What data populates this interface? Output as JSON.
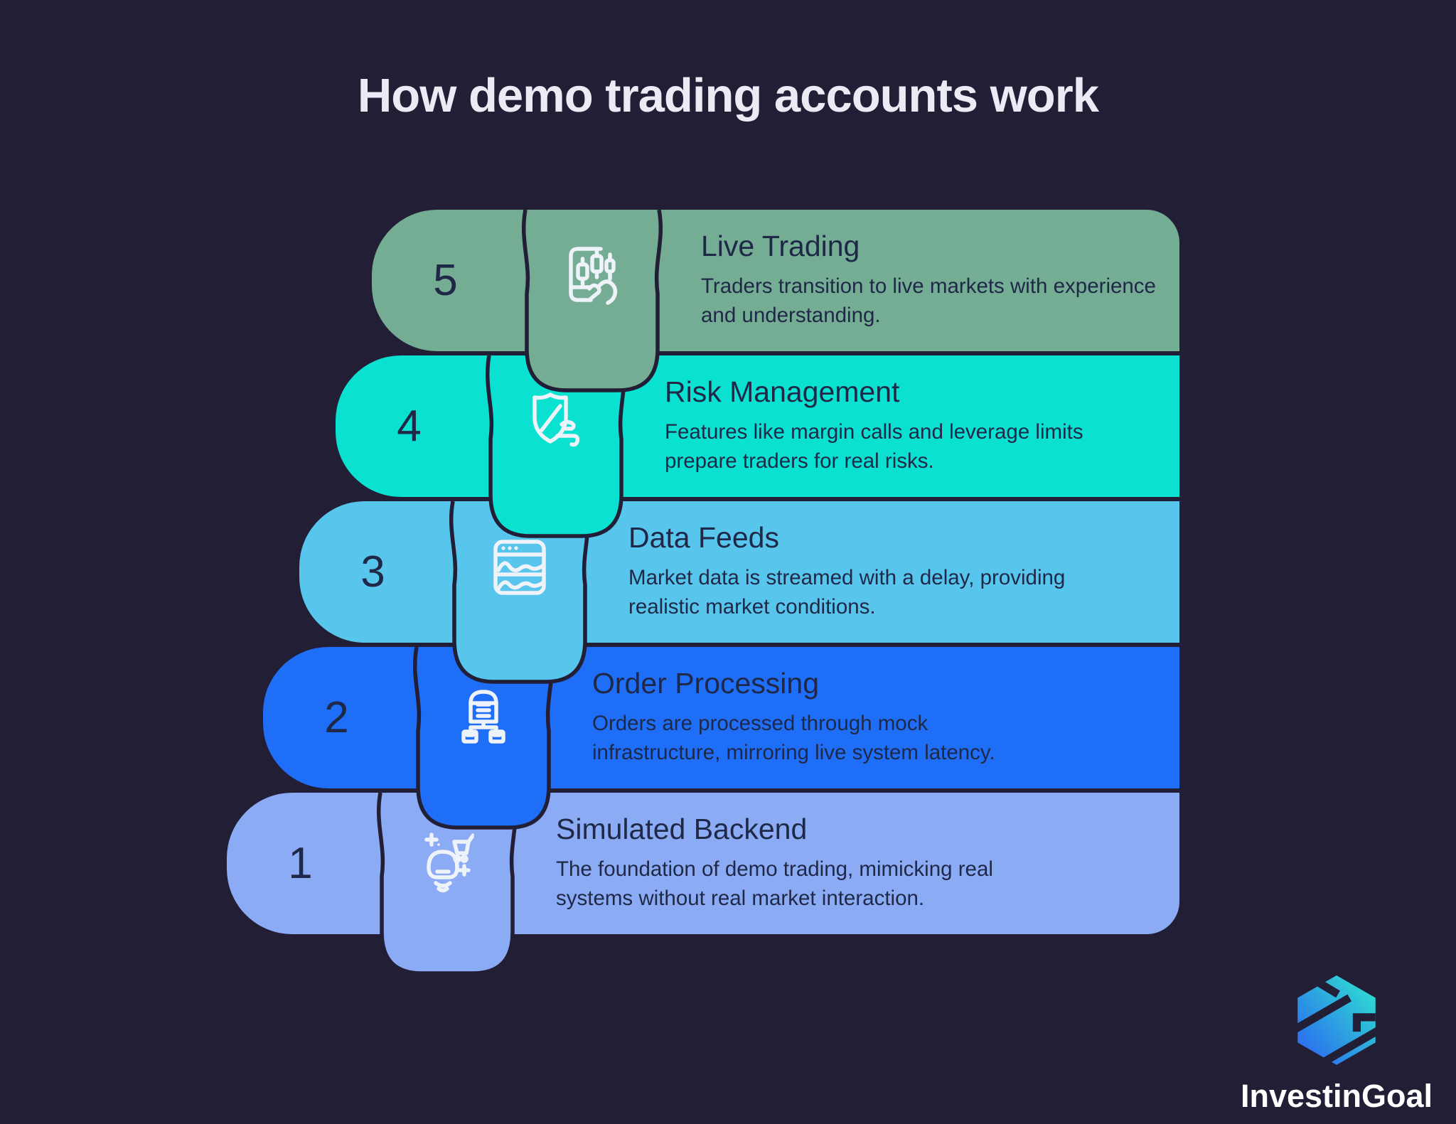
{
  "title": "How demo trading accounts work",
  "steps": [
    {
      "number": "5",
      "title": "Live Trading",
      "description": "Traders transition to live markets with experience and understanding.",
      "color": "#74ad93",
      "icon": "candlestick-phone-icon"
    },
    {
      "number": "4",
      "title": "Risk Management",
      "description": "Features like margin calls and leverage limits prepare traders for real risks.",
      "color": "#0ae1d0",
      "icon": "shield-wind-icon"
    },
    {
      "number": "3",
      "title": "Data Feeds",
      "description": "Market data is streamed with a delay, providing realistic market conditions.",
      "color": "#57c5ec",
      "icon": "market-window-icon"
    },
    {
      "number": "2",
      "title": "Order Processing",
      "description": "Orders are processed through mock infrastructure, mirroring live system latency.",
      "color": "#1f6ef7",
      "icon": "warehouse-network-icon"
    },
    {
      "number": "1",
      "title": "Simulated Backend",
      "description": "The foundation of demo trading, mimicking real systems without real market interaction.",
      "color": "#8cabf5",
      "icon": "bot-cart-icon"
    }
  ],
  "footer": {
    "brand": "InvestinGoal"
  },
  "colors": {
    "background": "#211e36",
    "outline": "#211e36",
    "heading_text": "#eceaf4",
    "step_text": "#1f2847",
    "icon_stroke": "#eef2f9",
    "logo_gradient_start": "#2b5ff2",
    "logo_gradient_end": "#2fe8cf"
  }
}
